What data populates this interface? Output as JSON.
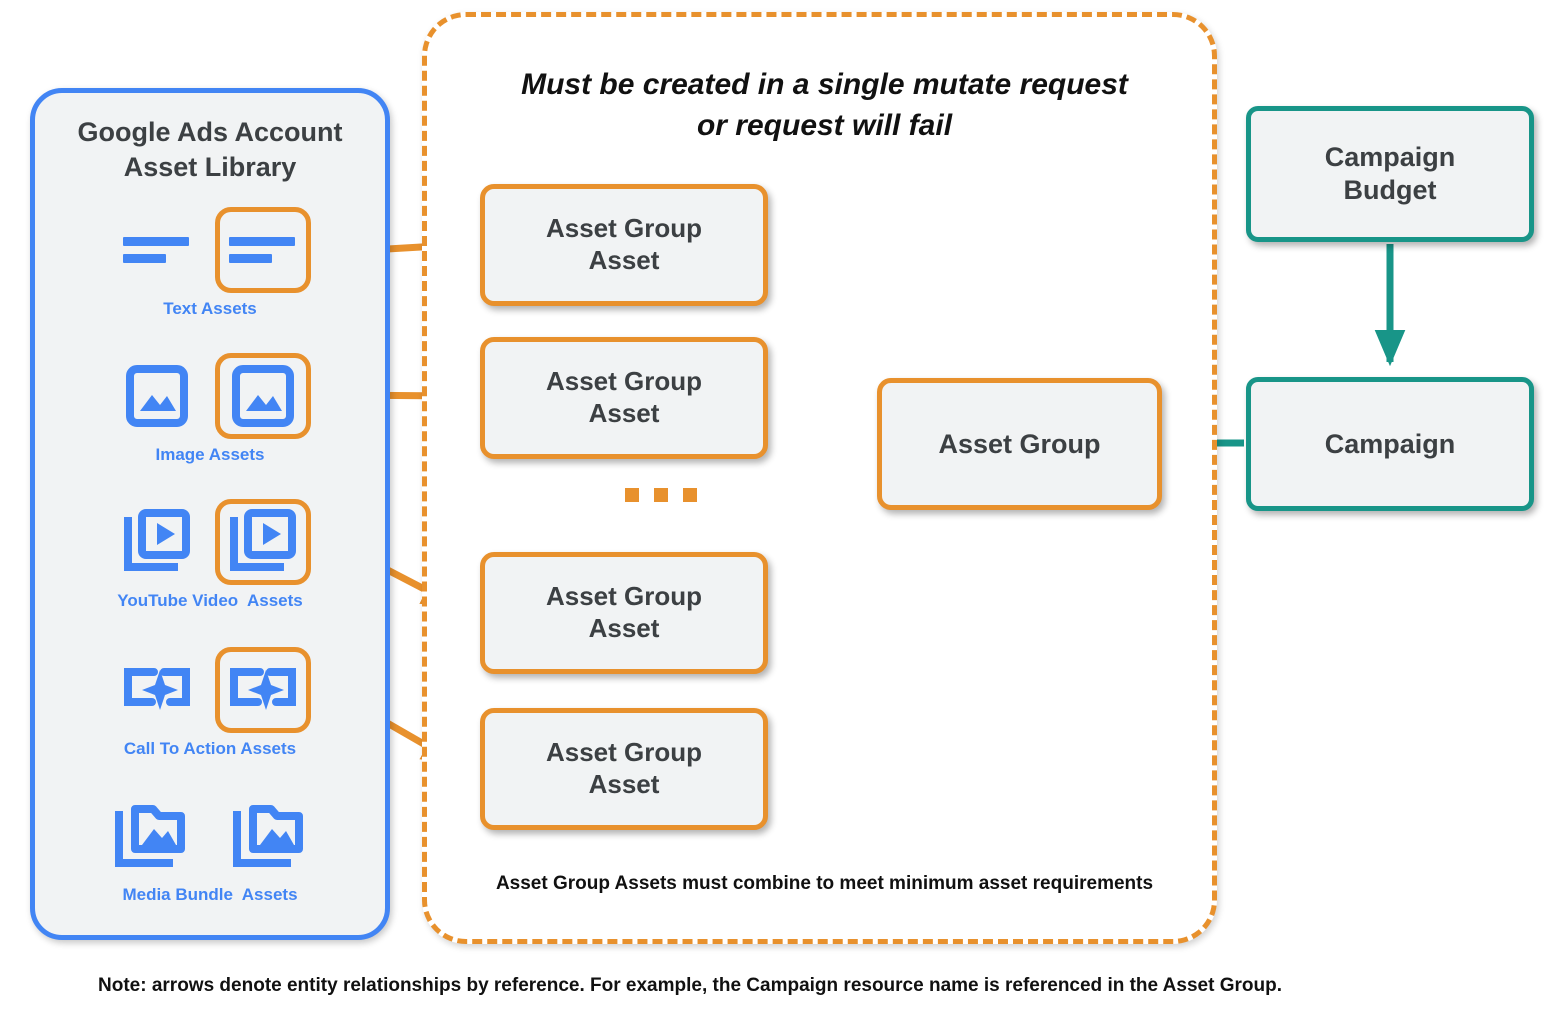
{
  "sidebar": {
    "title": "Google Ads Account\nAsset Library",
    "border_color": "#4285f4",
    "items": [
      {
        "label": "Text Assets",
        "icon": "text-asset-icon",
        "highlighted": true
      },
      {
        "label": "Image Assets",
        "icon": "image-asset-icon",
        "highlighted": true
      },
      {
        "label": "YouTube Video  Assets",
        "icon": "video-asset-icon",
        "highlighted": true
      },
      {
        "label": "Call To Action Assets",
        "icon": "call-to-action-asset-icon",
        "highlighted": true
      },
      {
        "label": "Media Bundle  Assets",
        "icon": "media-bundle-asset-icon",
        "highlighted": false
      }
    ]
  },
  "mutate_group": {
    "title": "Must be created in a single mutate request\nor request will fail",
    "footnote": "Asset Group Assets must combine to meet minimum asset requirements",
    "border_color": "#e8912d",
    "asset_group_assets": [
      {
        "label": "Asset Group\nAsset"
      },
      {
        "label": "Asset Group\nAsset"
      },
      {
        "label": "Asset Group\nAsset"
      },
      {
        "label": "Asset Group\nAsset"
      }
    ],
    "ellipsis": "..."
  },
  "nodes": {
    "asset_group": {
      "label": "Asset Group",
      "color": "#e8912d"
    },
    "campaign_budget": {
      "label": "Campaign\nBudget",
      "color": "#189588"
    },
    "campaign": {
      "label": "Campaign",
      "color": "#189588"
    }
  },
  "footer": {
    "note": "Note: arrows denote entity relationships by reference. For example, the Campaign resource name is referenced in the Asset Group."
  },
  "colors": {
    "orange": "#e8912d",
    "blue": "#4285f4",
    "teal": "#189588",
    "node_fill": "#f1f3f4",
    "text_dark": "#3c4043"
  }
}
